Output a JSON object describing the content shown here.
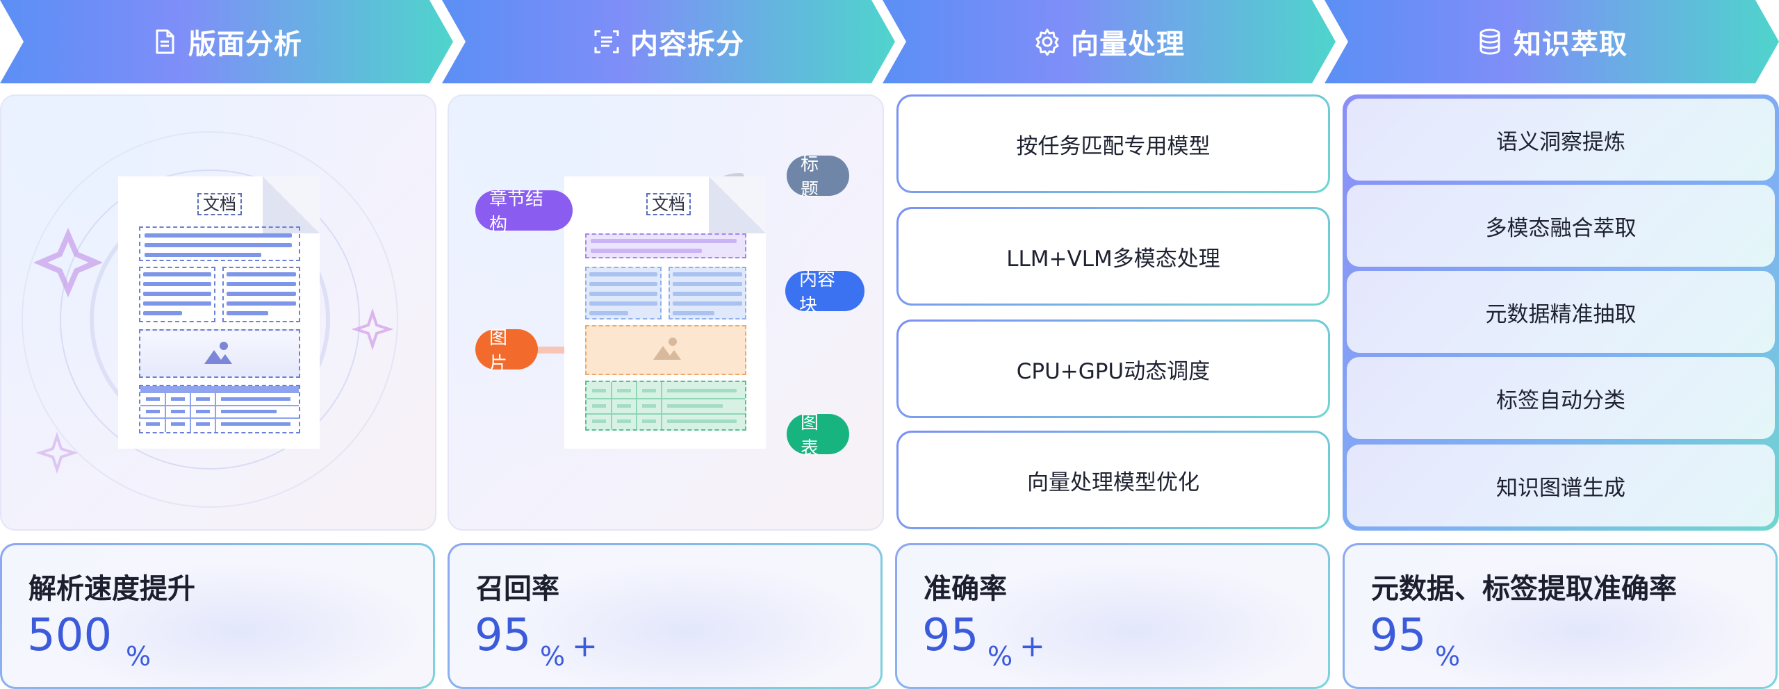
{
  "columns": [
    {
      "title": "版面分析",
      "icon": "document-icon"
    },
    {
      "title": "内容拆分",
      "icon": "scan-text-icon"
    },
    {
      "title": "向量处理",
      "icon": "gear-icon"
    },
    {
      "title": "知识萃取",
      "icon": "database-icon"
    }
  ],
  "layout_panel": {
    "doc_tag": "文档"
  },
  "split_panel": {
    "doc_tag": "文档",
    "labels": {
      "chapter": "章节结构",
      "title": "标题",
      "content": "内容块",
      "image": "图片",
      "chart": "图表"
    },
    "colors": {
      "chapter": "#8a5cf0",
      "title": "#6f86a8",
      "content": "#3a72f2",
      "image": "#f26b2d",
      "chart": "#18b47f"
    }
  },
  "vector_list": [
    "按任务匹配专用模型",
    "LLM+VLM多模态处理",
    "CPU+GPU动态调度",
    "向量处理模型优化"
  ],
  "knowledge_list": [
    "语义洞察提炼",
    "多模态融合萃取",
    "元数据精准抽取",
    "标签自动分类",
    "知识图谱生成"
  ],
  "stats": [
    {
      "label": "解析速度提升",
      "value": "500",
      "unit": "%",
      "plus": ""
    },
    {
      "label": "召回率",
      "value": "95",
      "unit": "%",
      "plus": "+"
    },
    {
      "label": "准确率",
      "value": "95",
      "unit": "%",
      "plus": "+"
    },
    {
      "label": "元数据、标签提取准确率",
      "value": "95",
      "unit": "%",
      "plus": ""
    }
  ],
  "accent_color": "#3b5bdb"
}
